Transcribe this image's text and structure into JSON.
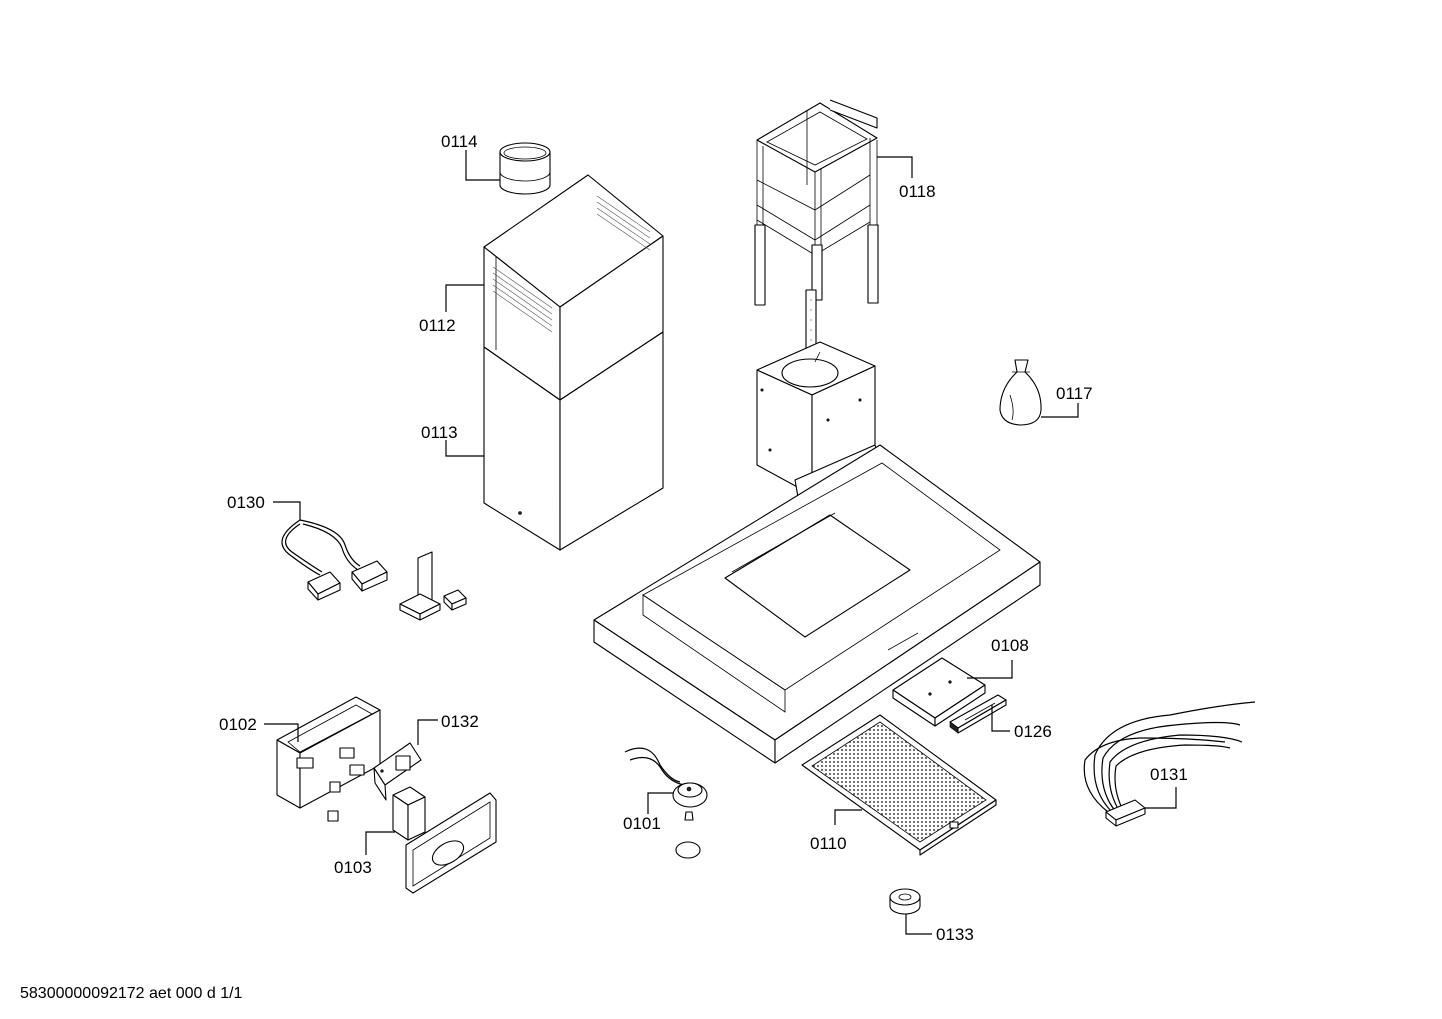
{
  "callouts": {
    "c0114": "0114",
    "c0112": "0112",
    "c0113": "0113",
    "c0118": "0118",
    "c0117": "0117",
    "c0130": "0130",
    "c0108": "0108",
    "c0126": "0126",
    "c0102": "0102",
    "c0132": "0132",
    "c0131": "0131",
    "c0101": "0101",
    "c0103": "0103",
    "c0110": "0110",
    "c0133": "0133"
  },
  "footer": {
    "doc_id": "58300000092172 aet 000 d 1/1"
  }
}
